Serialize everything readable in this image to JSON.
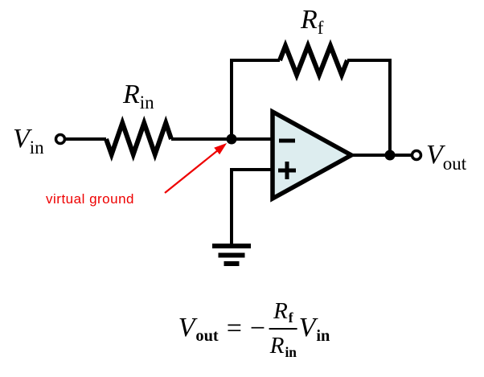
{
  "circuit": {
    "input_label": {
      "base": "V",
      "sub": "in"
    },
    "input_resistor_label": {
      "base": "R",
      "sub": "in"
    },
    "feedback_resistor_label": {
      "base": "R",
      "sub": "f"
    },
    "output_label": {
      "base": "V",
      "sub": "out"
    },
    "opamp": {
      "inverting_sign": "−",
      "noninverting_sign": "+",
      "fill_color": "#ddedef"
    },
    "annotation": {
      "text": "virtual ground",
      "color": "#ee0000"
    },
    "wire_color": "#000000",
    "background_color": "#ffffff"
  },
  "formula": {
    "lhs": {
      "base": "V",
      "sub": "out"
    },
    "equals_sign": "=",
    "minus_sign": "−",
    "numerator": {
      "base": "R",
      "sub": "f"
    },
    "denominator": {
      "base": "R",
      "sub": "in"
    },
    "rhs": {
      "base": "V",
      "sub": "in"
    }
  }
}
